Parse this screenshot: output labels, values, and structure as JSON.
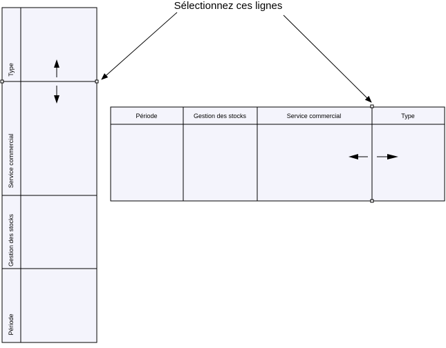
{
  "caption": "Sélectionnez ces lignes",
  "vertical_pool": {
    "lanes": [
      "Type",
      "Service commercial",
      "Gestion des stocks",
      "Période"
    ]
  },
  "horizontal_pool": {
    "lanes": [
      "Période",
      "Gestion des stocks",
      "Service commercial",
      "Type"
    ]
  },
  "colors": {
    "lane_fill": "#f4f4fc",
    "line": "#000000"
  }
}
